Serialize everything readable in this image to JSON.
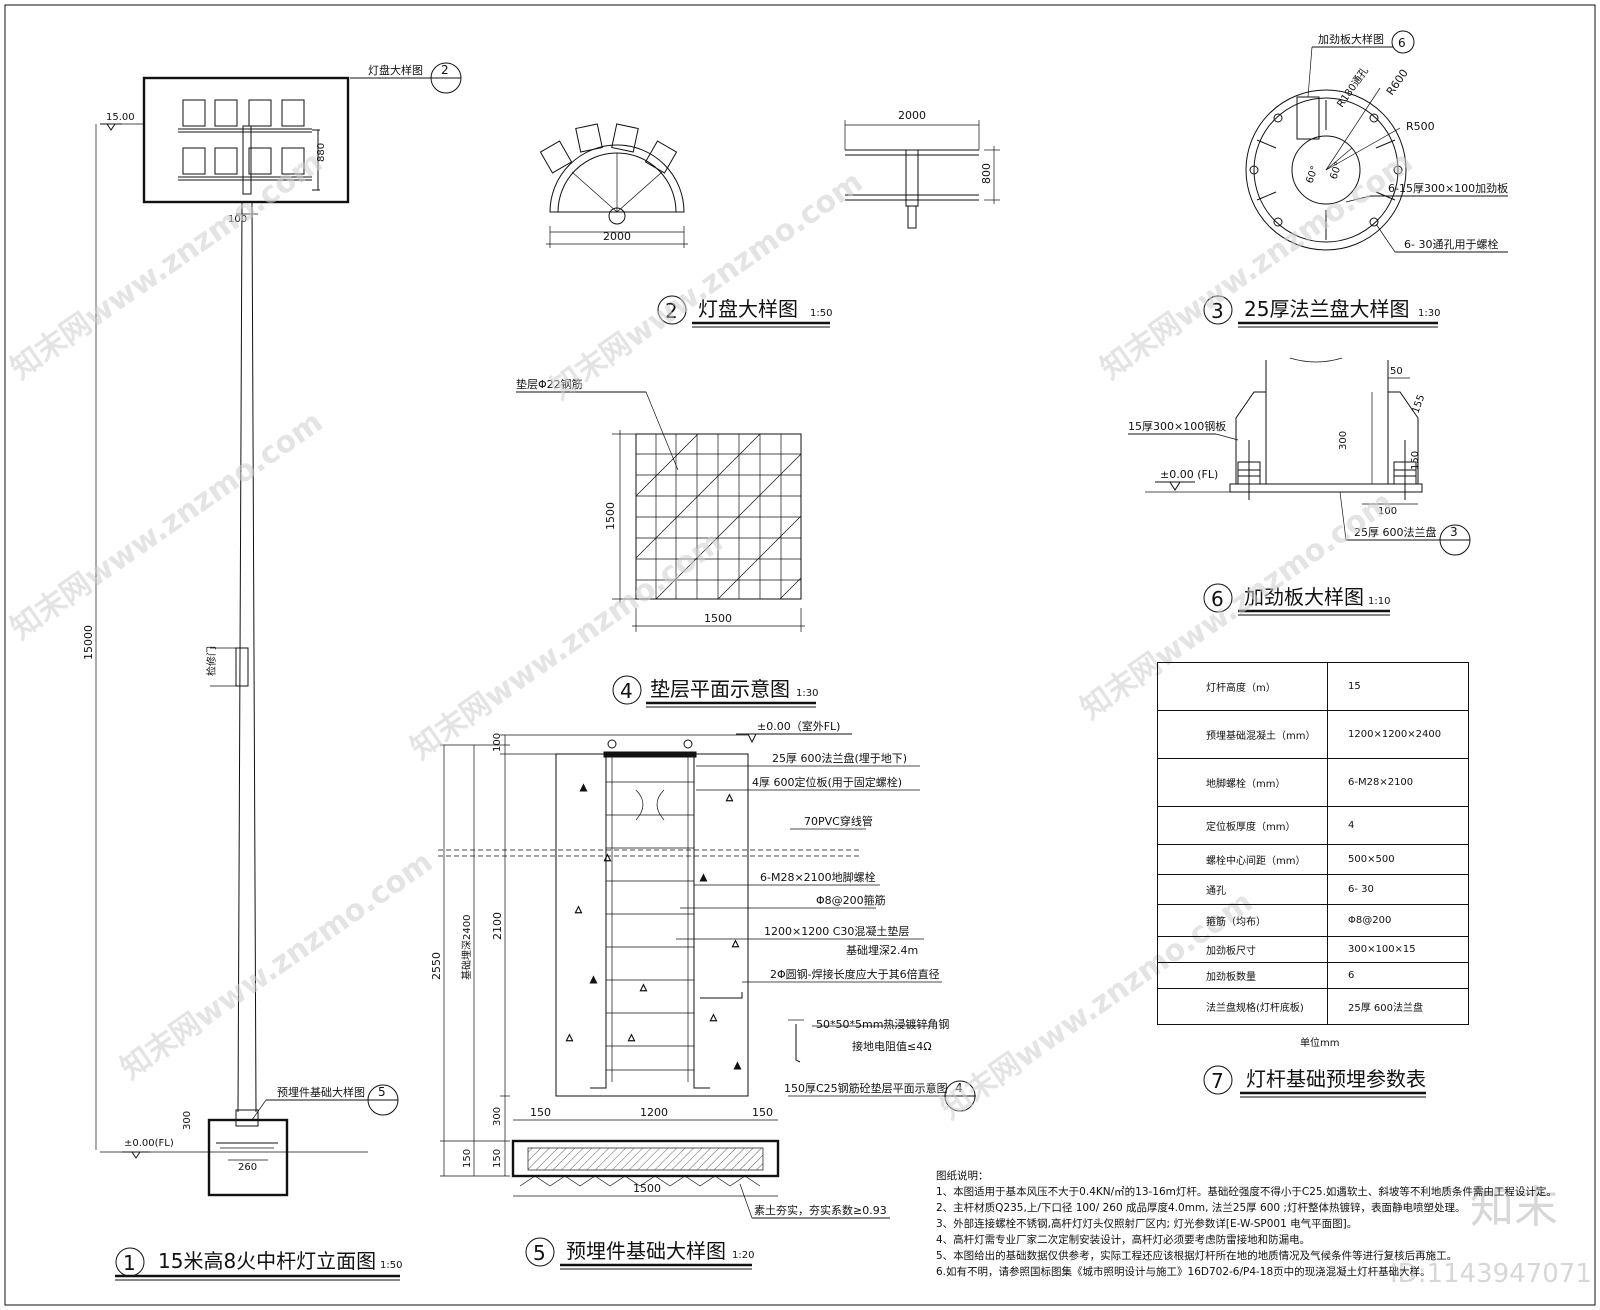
{
  "views": {
    "v1": {
      "num": "1",
      "title": "15米高8火中杆灯立面图",
      "scale": "1:50"
    },
    "v2": {
      "num": "2",
      "title": "灯盘大样图",
      "scale": "1:50"
    },
    "v3": {
      "num": "3",
      "title": "25厚法兰盘大样图",
      "scale": "1:30"
    },
    "v4": {
      "num": "4",
      "title": "垫层平面示意图",
      "scale": "1:30"
    },
    "v5": {
      "num": "5",
      "title": "预埋件基础大样图",
      "scale": "1:20"
    },
    "v6": {
      "num": "6",
      "title": "加劲板大样图",
      "scale": "1:10"
    },
    "v7": {
      "num": "7",
      "title": "灯杆基础预埋参数表"
    }
  },
  "elevation": {
    "lamp_detail_ref": "灯盘大样图",
    "lamp_detail_num": "2",
    "dim_880": "880",
    "dim_100": "100",
    "level_top": "15.00",
    "dim_15000": "15000",
    "door_label": "检修门",
    "dim_300": "300",
    "dim_260": "260",
    "level_ground": "±0.00(FL)",
    "foundation_ref": "预埋件基础大样图",
    "foundation_num": "5"
  },
  "lamp_detail": {
    "dim_front": "2000",
    "dim_side_w": "2000",
    "dim_side_h": "800"
  },
  "flange": {
    "ref": "加劲板大样图",
    "ref_num": "6",
    "r180": "R180通孔",
    "r600": "R600",
    "r500": "R500",
    "a1": "60°",
    "a2": "60°",
    "plate_note": "6-15厚300×100加劲板",
    "bolt_note": "6-  30通孔用于螺栓"
  },
  "rib": {
    "plate": "15厚300×100钢板",
    "level": "±0.00 (FL)",
    "d50": "50",
    "d155": "155",
    "d300": "300",
    "d150": "150",
    "d100": "100",
    "flange_note": "25厚   600法兰盘",
    "ref_num": "3"
  },
  "cushion": {
    "rebar": "垫层Φ22钢筋",
    "dim_h": "1500",
    "dim_w": "1500"
  },
  "foundation": {
    "level": "±0.00（室外FL)",
    "notes": [
      "25厚   600法兰盘(埋于地下)",
      "4厚   600定位板(用于固定螺栓)",
      "70PVC穿线管",
      "6-M28×2100地脚螺栓",
      "Φ8@200箍筋",
      "1200×1200 C30混凝土垫层",
      "基础埋深2.4m",
      "2Φ圆钢-焊接长度应大于其6倍直径",
      "50*50*5mm热浸镀锌角钢",
      "接地电阻值≤4Ω",
      "150厚C25钢筋砼垫层平面示意图"
    ],
    "ref_num": "4",
    "soil": "素土夯实，夯实系数≥0.93",
    "dims": {
      "d100": "100",
      "d2550": "2550",
      "d2400": "基础埋深2400",
      "d2100": "2100",
      "d300": "300",
      "d150a": "150",
      "d150b": "150",
      "w150a": "150",
      "w1200": "1200",
      "w150b": "150",
      "w1500": "1500"
    }
  },
  "table": {
    "rows": [
      {
        "k": "灯杆高度（m）",
        "v": "15"
      },
      {
        "k": "预埋基础混凝土（mm）",
        "v": "1200×1200×2400"
      },
      {
        "k": "地脚螺栓（mm）",
        "v": "6-M28×2100"
      },
      {
        "k": "定位板厚度（mm）",
        "v": "4"
      },
      {
        "k": "螺栓中心间距（mm）",
        "v": "500×500"
      },
      {
        "k": "通孔",
        "v": "6-   30"
      },
      {
        "k": "箍筋（均布）",
        "v": "Φ8@200"
      },
      {
        "k": "加劲板尺寸",
        "v": "300×100×15"
      },
      {
        "k": "加劲板数量",
        "v": "6"
      },
      {
        "k": "法兰盘规格(灯杆底板)",
        "v": "25厚   600法兰盘"
      }
    ],
    "unit": "单位mm"
  },
  "notes": {
    "heading": "图纸说明：",
    "items": [
      "1、本图适用于基本风压不大于0.4KN/㎡的13-16m灯杆。基础砼强度不得小于C25.如遇软土、斜坡等不利地质条件需由工程设计定。",
      "2、主杆材质Q235,上/下口径  100/  260 成品厚度4.0mm, 法兰25厚   600 ;灯杆整体热镀锌，表面静电喷塑处理。",
      "3、外部连接螺栓不锈钢,高杆灯灯头仅照射厂区内; 灯光参数详[E-W-SP001 电气平面图]。",
      "4、高杆灯需专业厂家二次定制安装设计，高杆灯必须要考虑防雷接地和防漏电。",
      "5、本图给出的基础数据仅供参考，实际工程还应该根据灯杆所在地的地质情况及气候条件等进行复核后再施工。",
      "6.如有不明，请参照国标图集《城市照明设计与施工》16D702-6/P4-18页中的现浇混凝土灯杆基础大样。"
    ]
  },
  "watermark": {
    "site": "知末网www.znzmo.com",
    "brand": "知末",
    "id": "ID:1143947071"
  }
}
